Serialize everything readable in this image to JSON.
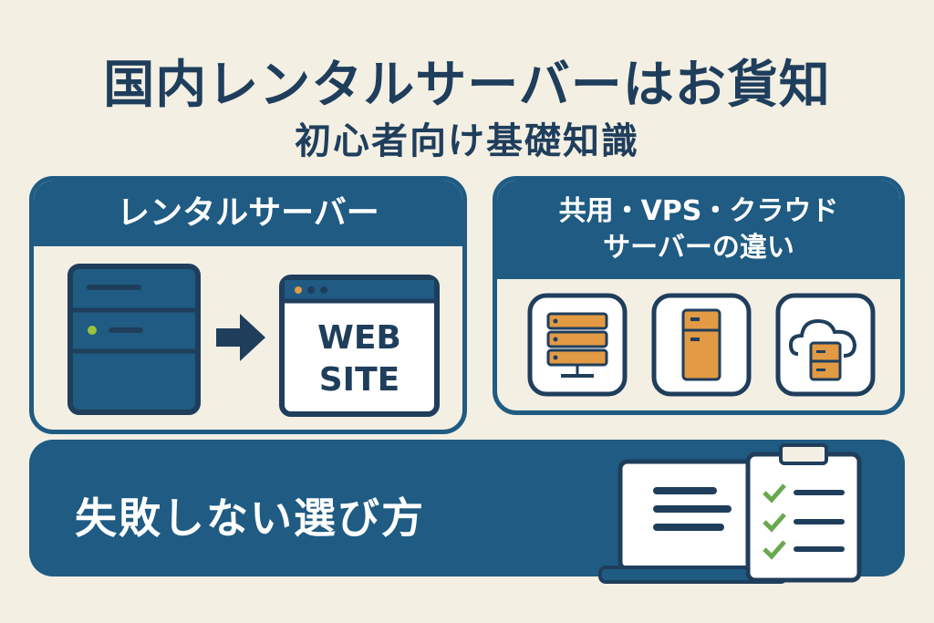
{
  "header": {
    "title": "国内レンタルサーバーはお貨知",
    "subtitle": "初心者向け基礎知識"
  },
  "left_panel": {
    "heading": "レンタルサーバー",
    "website_label_line1": "WEB",
    "website_label_line2": "SITE",
    "icons": [
      "server-icon",
      "arrow-right-icon",
      "browser-window-icon"
    ]
  },
  "right_panel": {
    "heading_line1": "共用・VPS・クラウド",
    "heading_line2": "サーバーの違い",
    "icons": [
      "shared-server-icon",
      "vps-server-icon",
      "cloud-server-icon"
    ]
  },
  "bottom_banner": {
    "text": "失敗しない選び方",
    "icons": [
      "laptop-document-icon",
      "checklist-clipboard-icon"
    ]
  },
  "colors": {
    "navy": "#1f3e5c",
    "blue": "#1f5b82",
    "cream": "#f3efe3",
    "orange": "#e29a45",
    "green": "#6aa84f"
  }
}
